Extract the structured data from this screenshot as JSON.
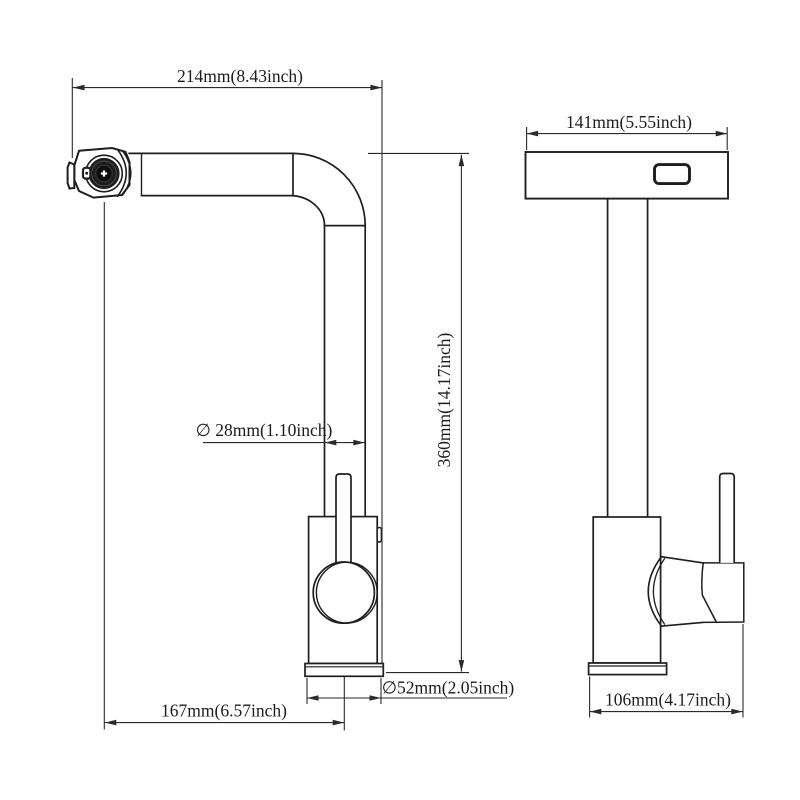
{
  "colors": {
    "background": "#ffffff",
    "line": "#1e1e1e",
    "dimension": "#2a2a2a",
    "text": "#1c1c1c"
  },
  "dimensions": {
    "overall_reach": "214mm(8.43inch)",
    "head_width": "141mm(5.55inch)",
    "overall_height": "360mm(14.17inch)",
    "pipe_diameter": "∅ 28mm(1.10inch)",
    "base_diameter": "∅52mm(2.05inch)",
    "spout_center_reach": "167mm(6.57inch)",
    "side_depth": "106mm(4.17inch)"
  }
}
